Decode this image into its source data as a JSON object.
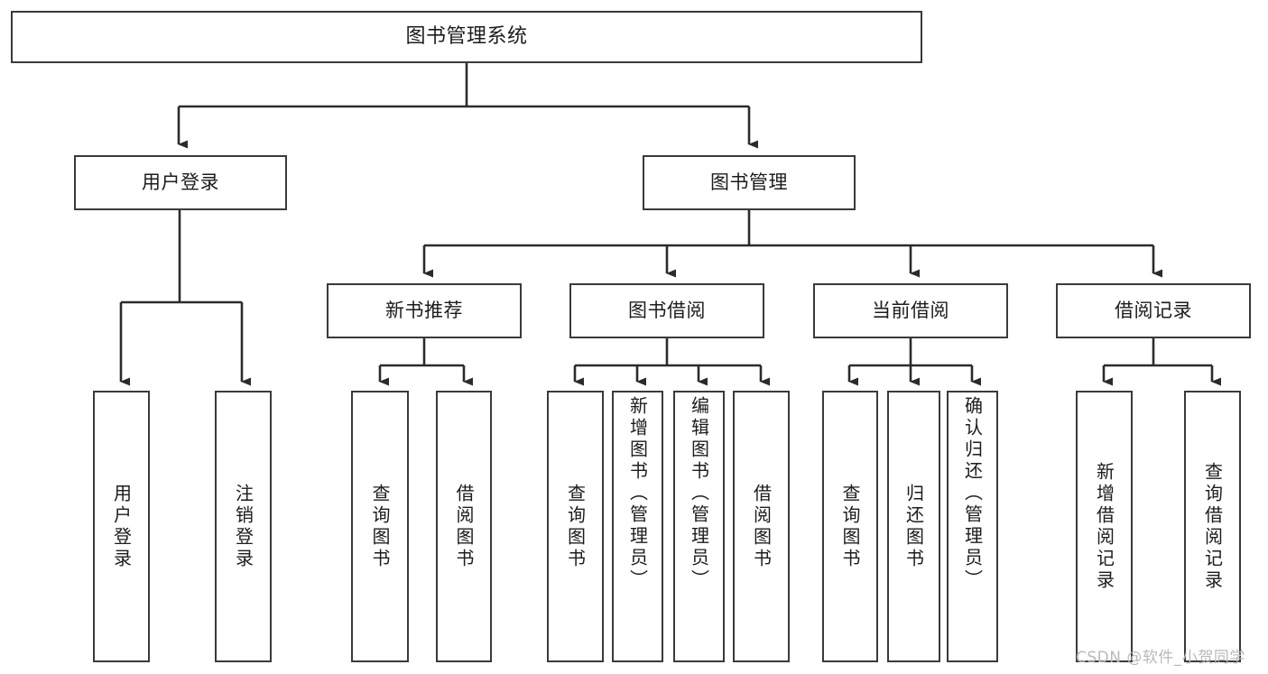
{
  "diagram": {
    "type": "hierarchy-tree",
    "title": "图书管理系统",
    "levels": 4,
    "root": {
      "id": "root",
      "label": "图书管理系统"
    },
    "level2": [
      {
        "id": "user-login",
        "label": "用户登录"
      },
      {
        "id": "book-manage",
        "label": "图书管理"
      }
    ],
    "level3": [
      {
        "id": "new-book-recommend",
        "label": "新书推荐",
        "parent": "book-manage"
      },
      {
        "id": "book-borrow",
        "label": "图书借阅",
        "parent": "book-manage"
      },
      {
        "id": "current-borrow",
        "label": "当前借阅",
        "parent": "book-manage"
      },
      {
        "id": "borrow-record",
        "label": "借阅记录",
        "parent": "book-manage"
      }
    ],
    "leaves": [
      {
        "id": "leaf-user-login",
        "label": "用户登录",
        "parent": "user-login"
      },
      {
        "id": "leaf-logout-login",
        "label": "注销登录",
        "parent": "user-login"
      },
      {
        "id": "leaf-query-book-1",
        "label": "查询图书",
        "parent": "new-book-recommend"
      },
      {
        "id": "leaf-borrow-book-1",
        "label": "借阅图书",
        "parent": "new-book-recommend"
      },
      {
        "id": "leaf-query-book-2",
        "label": "查询图书",
        "parent": "book-borrow"
      },
      {
        "id": "leaf-add-book",
        "label": "新增图书（管理员）",
        "parent": "book-borrow"
      },
      {
        "id": "leaf-edit-book",
        "label": "编辑图书（管理员）",
        "parent": "book-borrow"
      },
      {
        "id": "leaf-borrow-book-2",
        "label": "借阅图书",
        "parent": "book-borrow"
      },
      {
        "id": "leaf-query-book-3",
        "label": "查询图书",
        "parent": "current-borrow"
      },
      {
        "id": "leaf-return-book",
        "label": "归还图书",
        "parent": "current-borrow"
      },
      {
        "id": "leaf-confirm-return",
        "label": "确认归还（管理员）",
        "parent": "current-borrow"
      },
      {
        "id": "leaf-add-record",
        "label": "新增借阅记录",
        "parent": "borrow-record"
      },
      {
        "id": "leaf-query-record",
        "label": "查询借阅记录",
        "parent": "borrow-record"
      }
    ],
    "colors": {
      "box_border": "#3a3a3a",
      "box_fill": "#ffffff",
      "connector": "#2b2b2b",
      "text": "#1c1c1c",
      "watermark": "#b9b9b9",
      "background": "#ffffff"
    }
  },
  "watermark": {
    "text": "CSDN @软件_小贺同学"
  }
}
